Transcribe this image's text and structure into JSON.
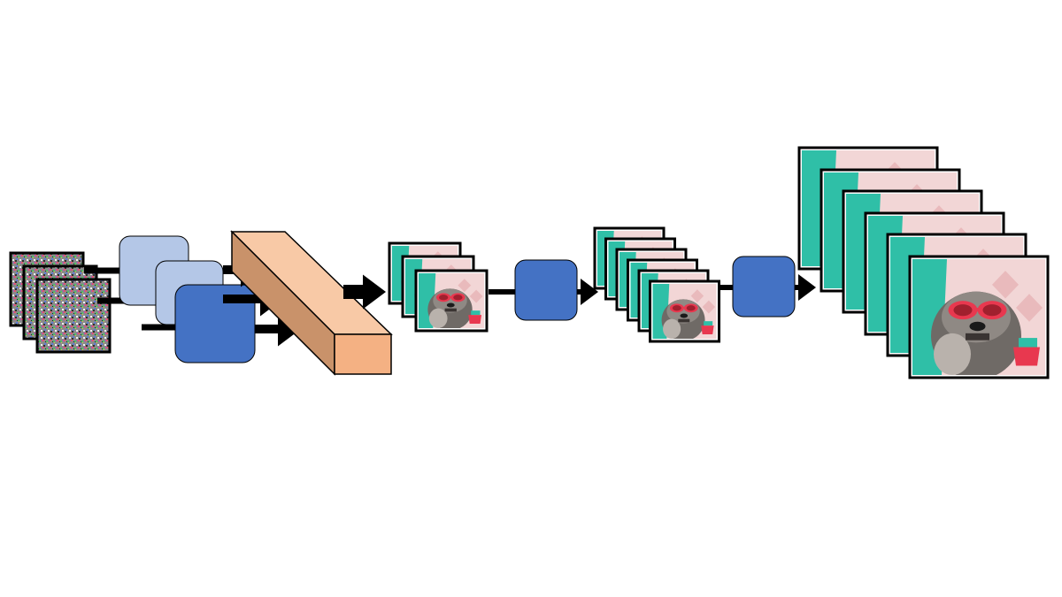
{
  "colors": {
    "background": "#ffffff",
    "outline": "#000000",
    "arrow": "#000000",
    "block_pale": "#b4c7e7",
    "block_blue": "#4472c4",
    "beam_face": "#f4b183",
    "beam_top": "#f8c9a6",
    "beam_side": "#c9926a",
    "image_teal": "#2fbfa7",
    "image_pink": "#f2d6d6",
    "dog_fur": "#6f6a66",
    "dog_fur_light": "#b9b2ac",
    "glasses": "#e8384f"
  },
  "icons": {
    "noise": "noise-image-icon",
    "dog": "dog-photo-icon"
  },
  "stages": [
    {
      "id": "noise-inputs",
      "kind": "noise-image-stack",
      "count": 3
    },
    {
      "id": "upsampling-blocks",
      "kind": "block-stack",
      "count": 3
    },
    {
      "id": "projection-beam",
      "kind": "3d-beam"
    },
    {
      "id": "small-images",
      "kind": "image-stack",
      "count": 3
    },
    {
      "id": "block-1",
      "kind": "block"
    },
    {
      "id": "medium-images",
      "kind": "image-stack",
      "count": 6
    },
    {
      "id": "block-2",
      "kind": "block"
    },
    {
      "id": "large-images",
      "kind": "image-stack",
      "count": 6
    }
  ]
}
